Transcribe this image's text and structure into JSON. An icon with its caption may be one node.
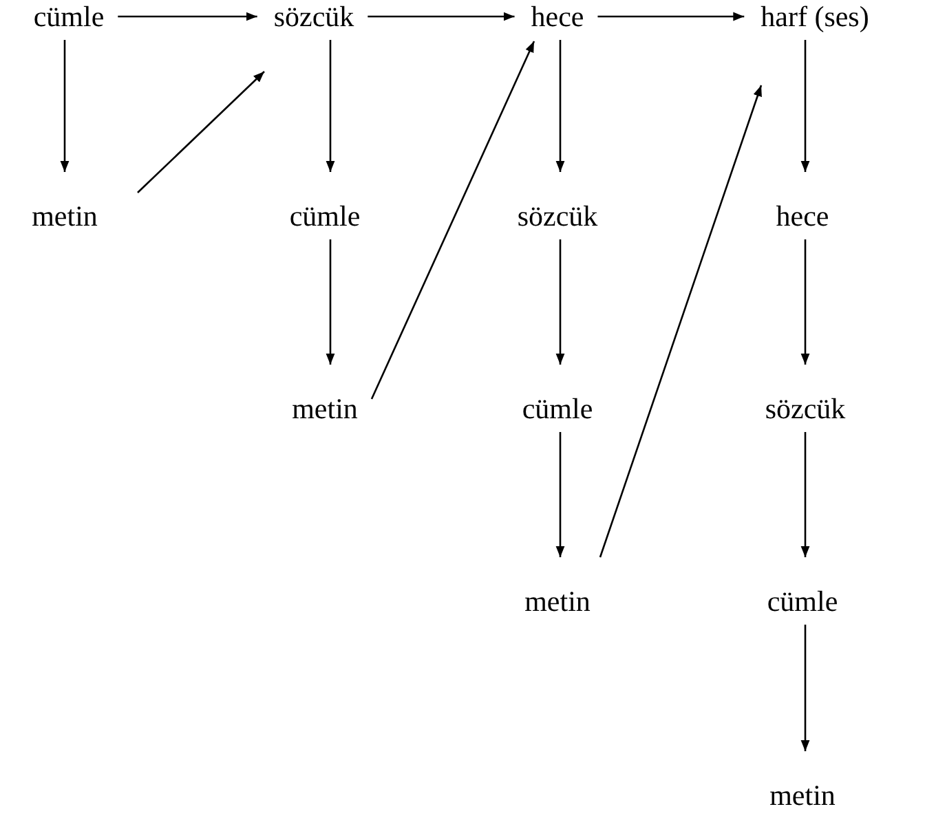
{
  "diagram": {
    "nodes": [
      {
        "text": [
          "cümle"
        ]
      },
      {
        "text": [
          "sözcük"
        ]
      },
      {
        "text": [
          "hece"
        ]
      },
      {
        "text": [
          "harf (ses)"
        ]
      },
      {
        "text": [
          "metin"
        ]
      },
      {
        "text": [
          "cümle"
        ]
      },
      {
        "text": [
          "sözcük"
        ]
      },
      {
        "text": [
          "hece"
        ]
      },
      {
        "text": [
          "metin"
        ]
      },
      {
        "text": [
          "cümle"
        ]
      },
      {
        "text": [
          "sözcük"
        ]
      },
      {
        "text": [
          "metin"
        ]
      },
      {
        "text": [
          "cümle"
        ]
      },
      {
        "text": [
          "metin"
        ]
      }
    ],
    "edges": [
      {
        "from": 0,
        "to": 1,
        "arrow": "to"
      },
      {
        "from": 1,
        "to": 2,
        "arrow": "to"
      },
      {
        "from": 2,
        "to": 3,
        "arrow": "to"
      },
      {
        "from": 0,
        "to": 4,
        "arrow": "to"
      },
      {
        "from": 4,
        "to": 1,
        "arrow": "to"
      },
      {
        "from": 1,
        "to": 5,
        "arrow": "to"
      },
      {
        "from": 5,
        "to": 8,
        "arrow": "to"
      },
      {
        "from": 8,
        "to": 2,
        "arrow": "to"
      },
      {
        "from": 2,
        "to": 6,
        "arrow": "to"
      },
      {
        "from": 6,
        "to": 9,
        "arrow": "to"
      },
      {
        "from": 9,
        "to": 11,
        "arrow": "to"
      },
      {
        "from": 11,
        "to": 3,
        "arrow": "to"
      },
      {
        "from": 3,
        "to": 7,
        "arrow": "to"
      },
      {
        "from": 7,
        "to": 10,
        "arrow": "to"
      },
      {
        "from": 10,
        "to": 12,
        "arrow": "to"
      },
      {
        "from": 12,
        "to": 13,
        "arrow": "to"
      }
    ]
  }
}
